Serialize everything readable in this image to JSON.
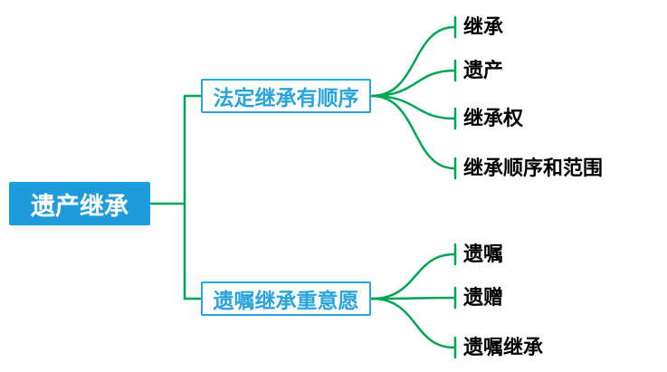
{
  "root": {
    "label": "遗产继承"
  },
  "branches": [
    {
      "label": "法定继承有顺序",
      "children": [
        {
          "label": "继承"
        },
        {
          "label": "遗产"
        },
        {
          "label": "继承权"
        },
        {
          "label": "继承顺序和范围"
        }
      ]
    },
    {
      "label": "遗嘱继承重意愿",
      "children": [
        {
          "label": "遗嘱"
        },
        {
          "label": "遗赠"
        },
        {
          "label": "遗嘱继承"
        }
      ]
    }
  ],
  "colors": {
    "root_background": "#1e9bdb",
    "root_text": "#ffffff",
    "branch_border": "#29a4dc",
    "branch_text": "#29a4dc",
    "leaf_text": "#000000",
    "connector": "#00a651"
  }
}
